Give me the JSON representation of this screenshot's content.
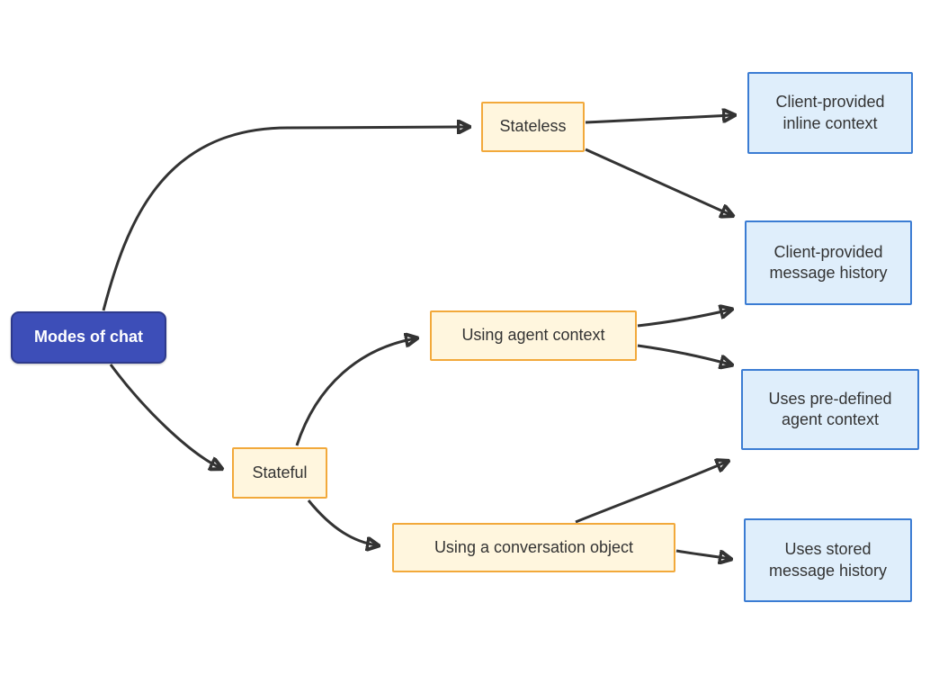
{
  "diagram": {
    "type": "flowchart",
    "direction": "left-to-right",
    "nodes": {
      "root": {
        "label": "Modes of chat",
        "role": "root"
      },
      "stateless": {
        "label": "Stateless",
        "role": "branch"
      },
      "stateful": {
        "label": "Stateful",
        "role": "branch"
      },
      "agent_context": {
        "label": "Using agent context",
        "role": "branch"
      },
      "conversation_object": {
        "label": "Using a conversation object",
        "role": "branch"
      },
      "inline_context": {
        "label": "Client-provided\ninline context",
        "role": "leaf"
      },
      "message_history": {
        "label": "Client-provided\nmessage history",
        "role": "leaf"
      },
      "predefined_context": {
        "label": "Uses pre-defined\nagent context",
        "role": "leaf"
      },
      "stored_history": {
        "label": "Uses stored\nmessage history",
        "role": "leaf"
      }
    },
    "edges": [
      {
        "from": "root",
        "to": "stateless"
      },
      {
        "from": "root",
        "to": "stateful"
      },
      {
        "from": "stateless",
        "to": "inline_context"
      },
      {
        "from": "stateless",
        "to": "message_history"
      },
      {
        "from": "stateful",
        "to": "agent_context"
      },
      {
        "from": "stateful",
        "to": "conversation_object"
      },
      {
        "from": "agent_context",
        "to": "message_history"
      },
      {
        "from": "agent_context",
        "to": "predefined_context"
      },
      {
        "from": "conversation_object",
        "to": "predefined_context"
      },
      {
        "from": "conversation_object",
        "to": "stored_history"
      }
    ],
    "colors": {
      "root_fill": "#3d4eb8",
      "root_border": "#2e3a8c",
      "root_text": "#ffffff",
      "branch_fill": "#fff6de",
      "branch_border": "#f2a93b",
      "leaf_fill": "#dfeefb",
      "leaf_border": "#3b7cd3",
      "edge_stroke": "#333333",
      "node_text": "#333333",
      "background": "#ffffff"
    }
  }
}
